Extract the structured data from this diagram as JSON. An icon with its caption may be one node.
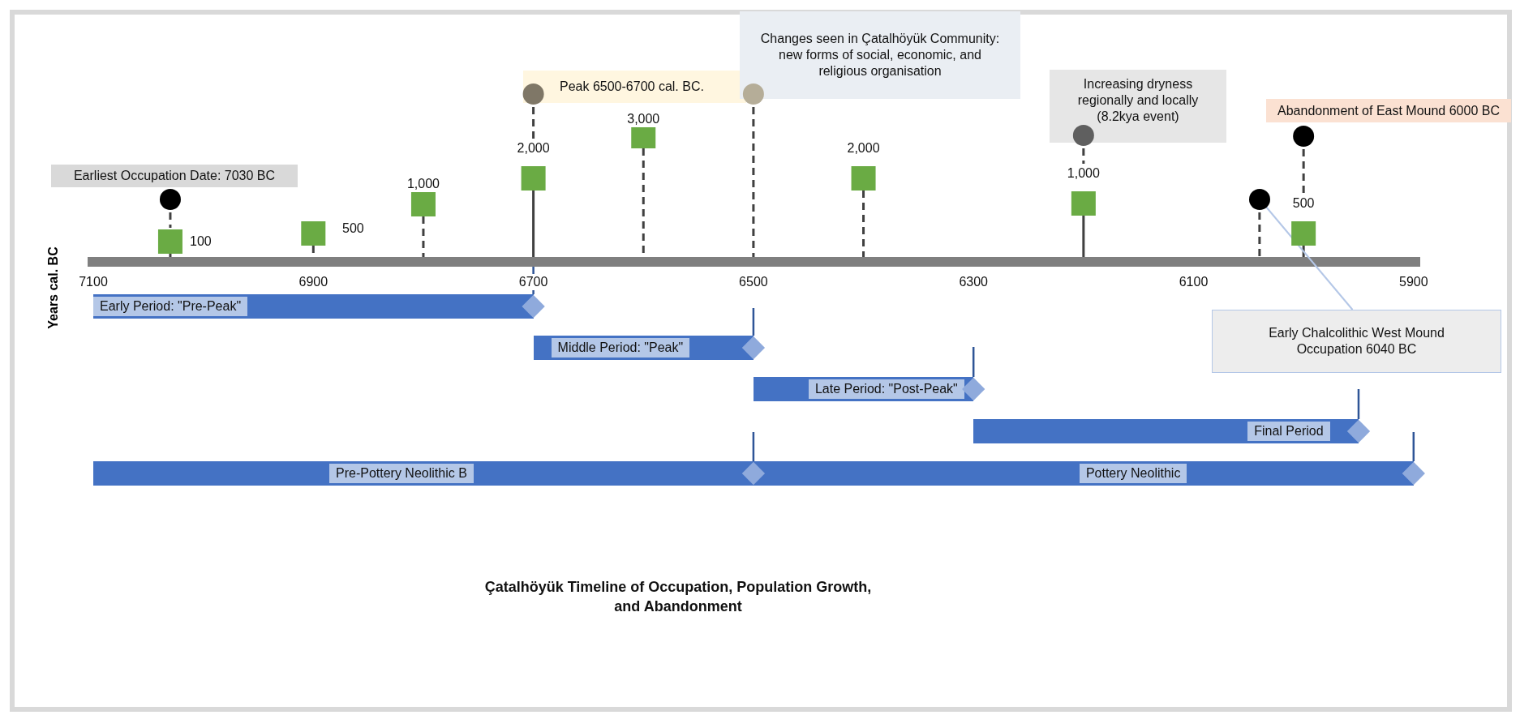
{
  "diagram": {
    "title": "Çatalhöyük Timeline of Occupation, Population Growth, and Abandonment",
    "nodes": [
      {
        "text": [
          "Earliest Occupation Date: 7030 BC"
        ]
      },
      {
        "text": [
          "Peak 6500-6700 cal. BC."
        ]
      },
      {
        "text": [
          "Changes seen in Çatalhöyük Community: new forms of social, economic, and religious organisation"
        ]
      },
      {
        "text": [
          "Increasing dryness regionally and locally (8.2kya event)"
        ]
      },
      {
        "text": [
          "Abandonment of East Mound 6000 BC"
        ]
      },
      {
        "text": [
          "Early Chalcolithic West Mound Occupation 6040 BC"
        ]
      },
      {
        "text": [],
        "shape": "circle"
      },
      {
        "text": [
          "Early Period: \"Pre-Peak\""
        ]
      },
      {
        "text": [
          "Middle Period: \"Peak\""
        ]
      },
      {
        "text": [
          "Late Period: \"Post-Peak\""
        ]
      },
      {
        "text": [
          "Final Period"
        ]
      },
      {
        "text": [
          "Pre-Pottery Neolithic B"
        ]
      },
      {
        "text": [
          "Pottery Neolithic"
        ]
      }
    ],
    "edges": [
      {
        "from": 5,
        "to": 6,
        "arrow": "none"
      }
    ],
    "labels": [
      "100",
      "500",
      "1,000",
      "2,000",
      "3,000",
      "2,000",
      "1,000",
      "500",
      "7100",
      "6900",
      "6700",
      "6500",
      "6300",
      "6100",
      "5900",
      "Years cal. BC"
    ]
  }
}
